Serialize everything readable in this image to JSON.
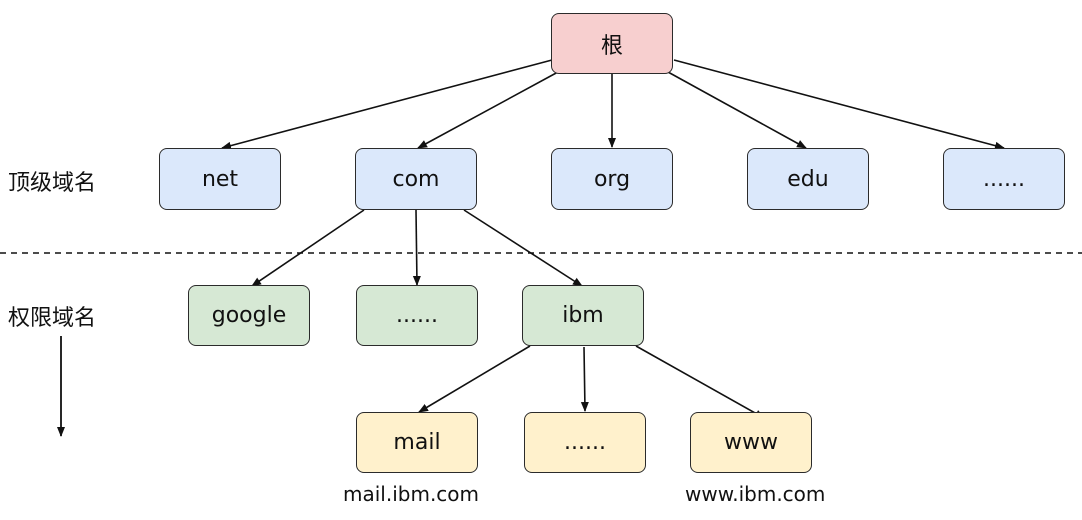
{
  "labels": {
    "tld": "顶级域名",
    "authoritative": "权限域名"
  },
  "colors": {
    "root_fill": "#f7cfcf",
    "tld_fill": "#dbe8fb",
    "second_fill": "#d6e8d4",
    "third_fill": "#fff1cc",
    "border": "#2b2b2b",
    "line": "#111111"
  },
  "root": {
    "label": "根"
  },
  "tld": [
    {
      "label": "net"
    },
    {
      "label": "com"
    },
    {
      "label": "org"
    },
    {
      "label": "edu"
    },
    {
      "label": "......"
    }
  ],
  "second_level": [
    {
      "label": "google"
    },
    {
      "label": "......"
    },
    {
      "label": "ibm"
    }
  ],
  "third_level": [
    {
      "label": "mail",
      "caption": "mail.ibm.com"
    },
    {
      "label": "......"
    },
    {
      "label": "www",
      "caption": "www.ibm.com"
    }
  ]
}
